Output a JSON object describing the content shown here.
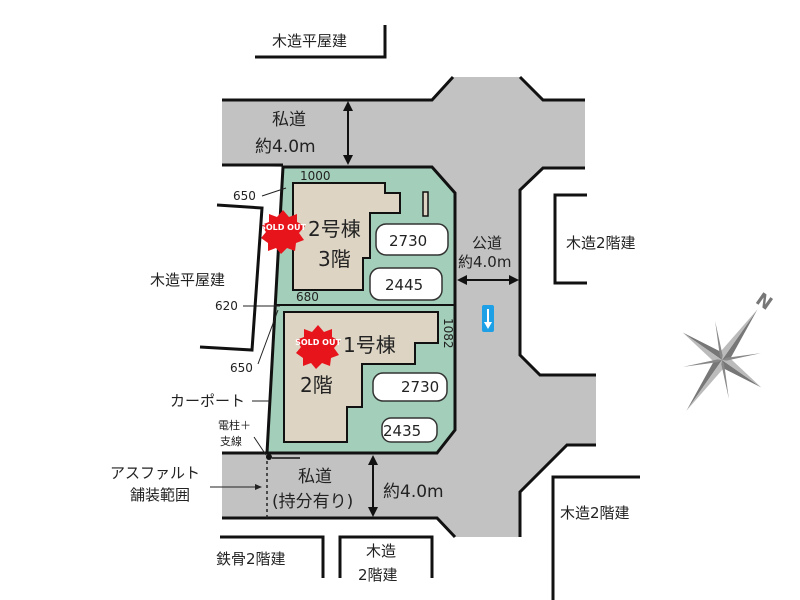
{
  "colors": {
    "road": "#c2c2c2",
    "lot": "#a3cfba",
    "building": "#ddd4c3",
    "sold_out": "#e8141c",
    "arrow_sign": "#1ea0e6"
  },
  "neighbors": {
    "top": "木造平屋建",
    "left": "木造平屋建",
    "right": "木造2階建",
    "bottom_right": "木造2階建",
    "bottom_left": "鉄骨2階建",
    "bottom_center_line1": "木造",
    "bottom_center_line2": "2階建"
  },
  "roads": {
    "top_private": {
      "label": "私道",
      "width": "約4.0m"
    },
    "public": {
      "label": "公道",
      "width": "約4.0m"
    },
    "bottom_private": {
      "label": "私道",
      "note": "(持分有り)",
      "width": "約4.0m"
    }
  },
  "buildings": [
    {
      "name_line1": "2号棟",
      "name_line2": "3階",
      "badge": "SOLD OUT",
      "parking": [
        "2730",
        "2445"
      ]
    },
    {
      "name_line1": "1号棟",
      "name_line2": "2階",
      "badge": "SOLD OUT",
      "parking": [
        "2730",
        "2435"
      ]
    }
  ],
  "dimensions": {
    "d1000": "1000",
    "d650a": "650",
    "d680": "680",
    "d620": "620",
    "d650b": "650",
    "d1082": "1082"
  },
  "annotations": {
    "carport": "カーポート",
    "pole_line1": "電柱＋",
    "pole_line2": "支線",
    "asphalt_line1": "アスファルト",
    "asphalt_line2": "舗装範囲"
  },
  "compass": {
    "north": "N"
  }
}
